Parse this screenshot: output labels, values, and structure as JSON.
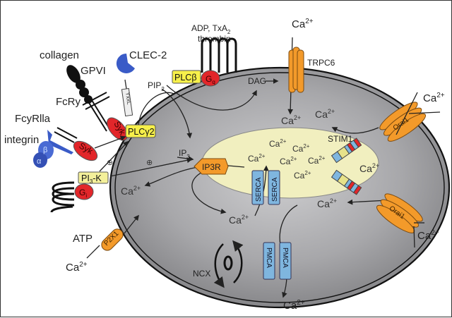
{
  "title": "Platelet calcium signaling diagram",
  "colors": {
    "cytoplasm": "#9a9a9c",
    "er": "#f1efbf",
    "membrane": "#1a1a1a",
    "channel_orange": "#f39a2a",
    "kinase_red": "#e2262a",
    "enzyme_yellow": "#f7f04a",
    "pump_blue": "#7fb6df",
    "receptor_blue": "#3a5bc7"
  },
  "labels": {
    "collagen": "collagen",
    "gpvi": "GPVI",
    "clec2": "CLEC-2",
    "fcry": "FcRy",
    "fcyrlla": "FcyRlla",
    "integrin": "integrin",
    "alpha": "α",
    "beta": "β",
    "agonists_line1": "ADP, TxA",
    "agonists_sub": "2",
    "agonists_line2": "thrombin",
    "syk": "Syk",
    "plcg2": "PLCγ2",
    "plcb": "PLCβ",
    "gq": "G",
    "gq_sub": "q",
    "gi": "G",
    "gi_sub": "i",
    "pi3k": "PI",
    "pi3k_sub": "3",
    "pi3k_tail": "-K",
    "yxxl": "YxxL",
    "pip2": "PIP",
    "pip2_sub": "2",
    "ip3": "IP",
    "ip3_sub": "3",
    "ip3r": "IP3R",
    "dag": "DAG",
    "trpc6": "TRPC6",
    "orai1": "Orai1",
    "stim1": "STIM1",
    "serca": "SERCA",
    "pmca": "PMCA",
    "ncx": "NCX",
    "atp": "ATP",
    "p2x1": "P2X1",
    "plus": "⊕",
    "ca": "Ca",
    "ca_sup": "2+"
  }
}
